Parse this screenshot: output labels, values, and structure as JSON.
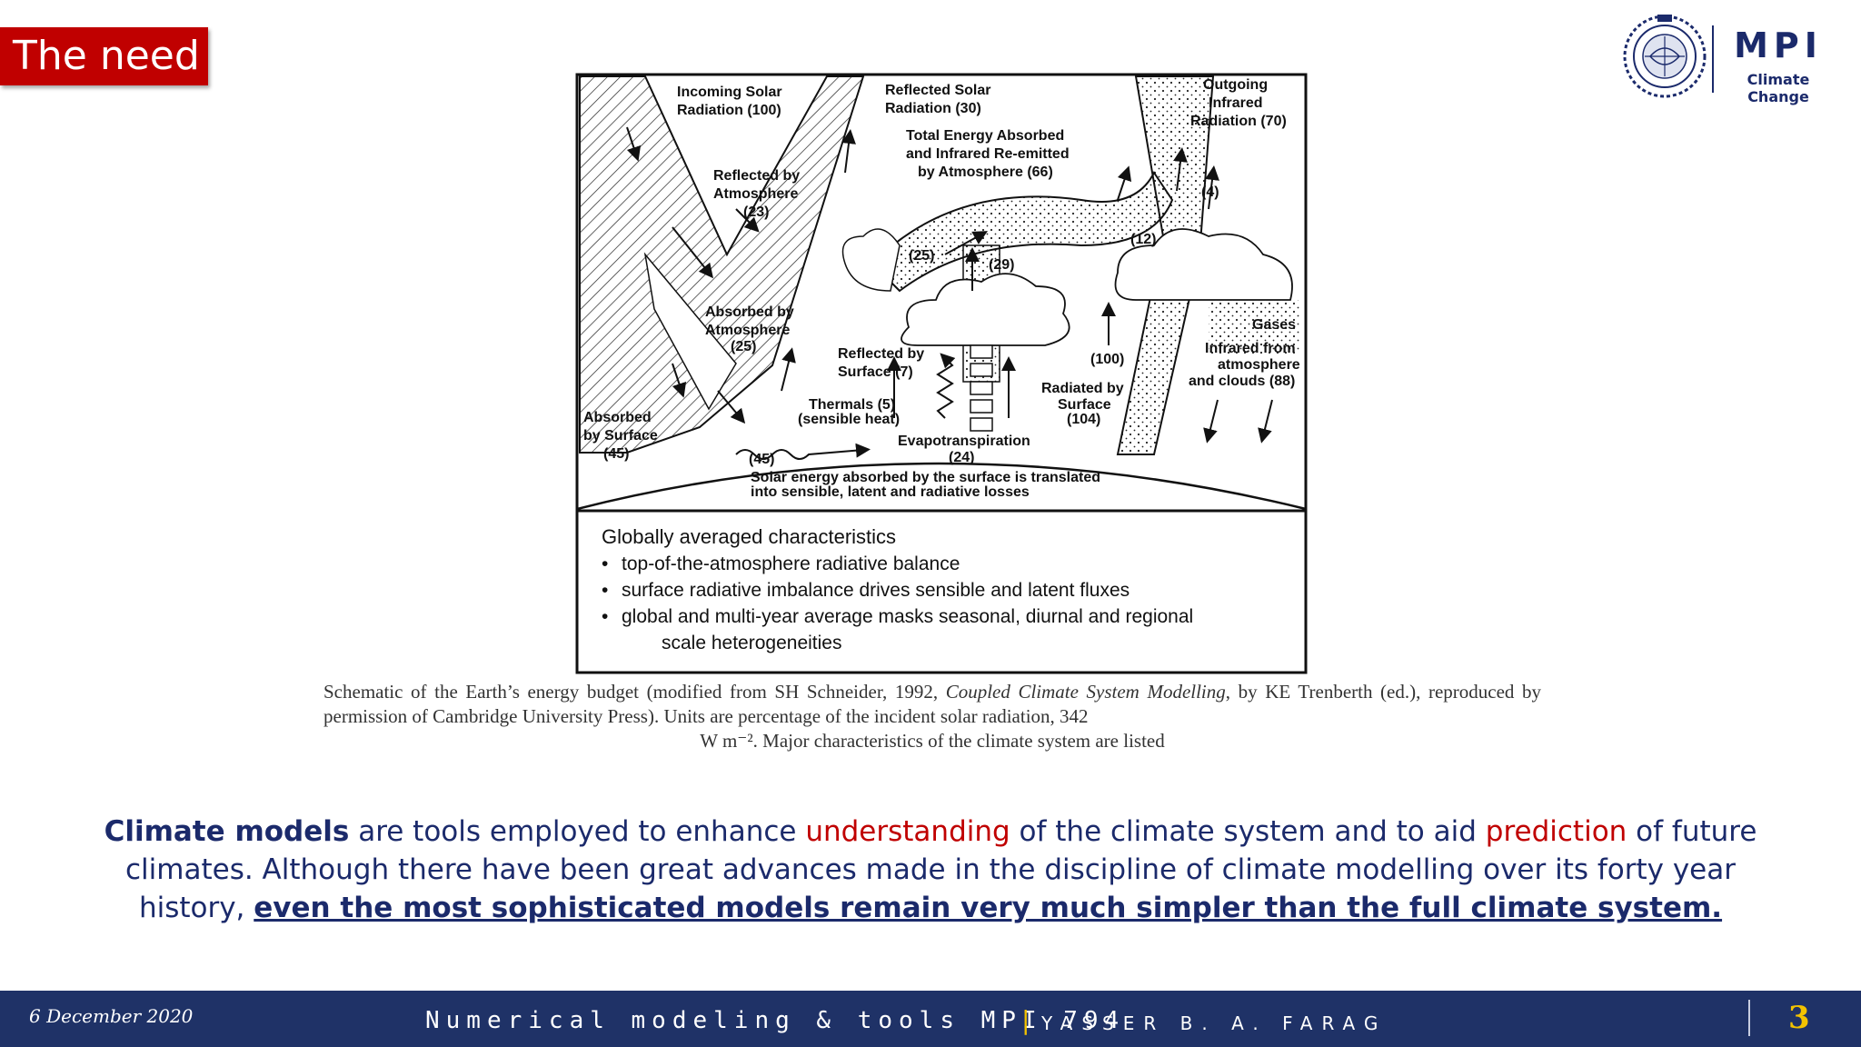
{
  "slide": {
    "title": "The need",
    "page_number": "3"
  },
  "logo": {
    "name": "MPI",
    "subtitle": "Climate Change"
  },
  "diagram": {
    "labels": {
      "incoming": [
        "Incoming Solar",
        "Radiation (100)"
      ],
      "reflected_solar": [
        "Reflected Solar",
        "Radiation (30)"
      ],
      "outgoing": [
        "Outgoing",
        "Infrared",
        "Radiation (70)"
      ],
      "total_absorbed": [
        "Total Energy Absorbed",
        "and Infrared Re-emitted",
        "by Atmosphere (66)"
      ],
      "reflected_atm": [
        "Reflected by",
        "Atmosphere",
        "(23)"
      ],
      "absorbed_atm": [
        "Absorbed by",
        "Atmosphere",
        "(25)"
      ],
      "reflected_surface": [
        "Reflected by",
        "Surface (7)"
      ],
      "thermals": [
        "Thermals (5)",
        "(sensible heat)"
      ],
      "absorbed_surface": [
        "Absorbed",
        "by Surface",
        "(45)"
      ],
      "radiated_surface": [
        "Radiated by",
        "Surface",
        "(104)"
      ],
      "infrared_from": [
        "Infrared from",
        "atmosphere",
        "and clouds (88)"
      ],
      "evapotranspiration": [
        "Evapotranspiration",
        "(24)"
      ],
      "solar_energy_note": [
        "Solar energy absorbed by the surface is translated",
        "into sensible, latent and radiative losses"
      ],
      "gases": "Gases",
      "n4": "(4)",
      "n12": "(12)",
      "n25": "(25)",
      "n29": "(29)",
      "n100": "(100)",
      "n45": "(45)"
    },
    "characteristics_title": "Globally averaged characteristics",
    "characteristics": [
      "top-of-the-atmosphere radiative balance",
      "surface radiative imbalance drives sensible and latent fluxes",
      "global and multi-year average masks seasonal, diurnal and regional",
      "scale heterogeneities"
    ]
  },
  "caption": {
    "part1": "Schematic of the Earth’s energy budget (modified from SH Schneider, 1992,",
    "cite": "Coupled Climate System Modelling",
    "part2": ", by KE Trenberth (ed.), reproduced by permission of Cambridge University Press). Units are percentage of the incident solar radiation, 342",
    "part3": "W m⁻². Major characteristics of the climate system are listed"
  },
  "body": {
    "strong": "Climate models",
    "t1": " are tools employed to enhance ",
    "red1": "understanding",
    "t2": " of the climate system and to aid ",
    "red2": "prediction",
    "t3": " of future climates. Although there have been great advances made in the discipline of climate modelling over its forty year history, ",
    "underlined": "even the most sophisticated models remain very much simpler than the full climate system."
  },
  "footer": {
    "date": "6 December 2020",
    "course": "Numerical modeling & tools  MPI 794",
    "separator": "|",
    "author": "YASSER B. A. FARAG"
  },
  "colors": {
    "accent_red": "#c00000",
    "navy": "#1b2a6b",
    "footer_bg": "#1f3267",
    "gold": "#f2c200"
  }
}
